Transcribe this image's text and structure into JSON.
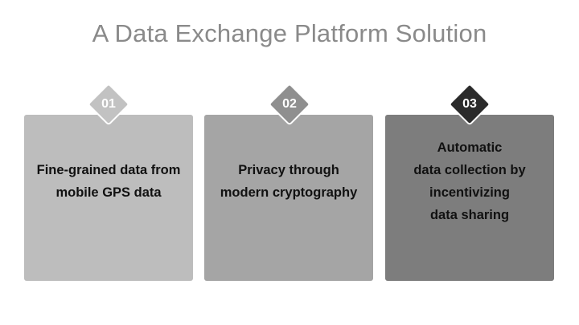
{
  "title": "A Data Exchange Platform Solution",
  "cards": [
    {
      "number": "01",
      "lines": [
        "Fine-grained data from",
        "mobile GPS data"
      ]
    },
    {
      "number": "02",
      "lines": [
        "Privacy through",
        "modern cryptography"
      ]
    },
    {
      "number": "03",
      "lines": [
        "Automatic",
        "data collection by",
        "incentivizing",
        "data sharing"
      ]
    }
  ]
}
